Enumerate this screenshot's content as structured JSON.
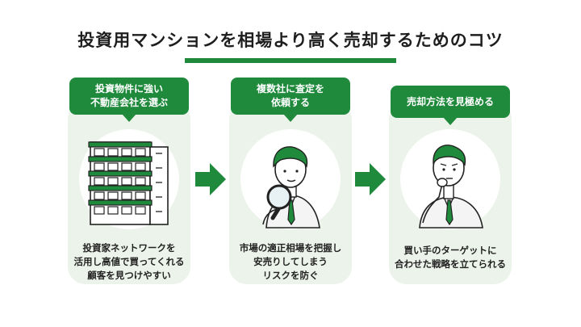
{
  "title": "投資用マンションを相場より高く売却するためのコツ",
  "colors": {
    "accent": "#1f8a3c",
    "card_bg": "#ecf3ea"
  },
  "steps": [
    {
      "label_line1": "投資物件に強い",
      "label_line2": "不動産会社を選ぶ",
      "icon": "apartment-building-icon",
      "desc_line1": "投資家ネットワークを",
      "desc_line2": "活用し高値で買ってくれる",
      "desc_line3": "顧客を見つけやすい"
    },
    {
      "label_line1": "複数社に査定を",
      "label_line2": "依頼する",
      "icon": "magnifying-glass-person-icon",
      "desc_line1": "市場の適正相場を把握し",
      "desc_line2": "安売りしてしまう",
      "desc_line3": "リスクを防ぐ"
    },
    {
      "label_line1": "売却方法を見極める",
      "icon": "thinking-person-icon",
      "desc_line1": "買い手のターゲットに",
      "desc_line2": "合わせた戦略を立てられる"
    }
  ]
}
